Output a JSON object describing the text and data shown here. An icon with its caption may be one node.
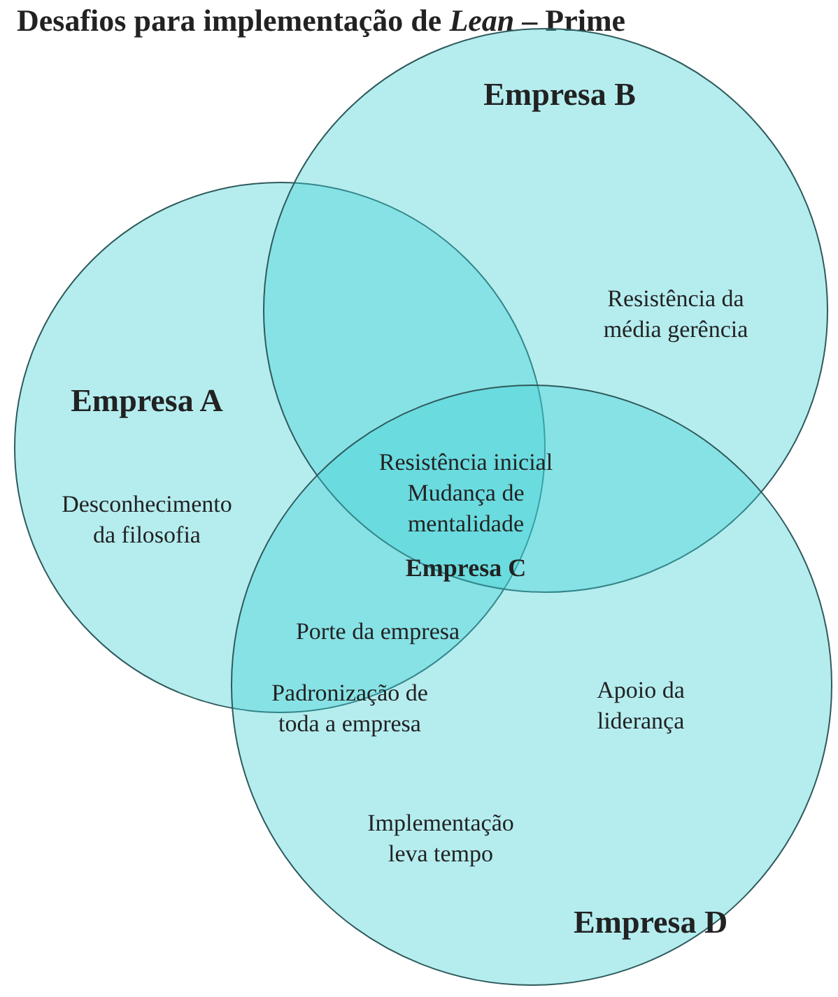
{
  "diagram": {
    "title": "Desafios para implementação de *Lean* – Prime",
    "nodes": [
      {
        "text": [
          "Empresa A",
          "Desconhecimento da filosofia"
        ]
      },
      {
        "text": [
          "Empresa B",
          "Resistência da média gerência"
        ]
      },
      {
        "text": [
          "Apoio da liderança",
          "Implementação leva tempo",
          "Empresa D"
        ]
      }
    ],
    "edges": [],
    "labels": [
      "Resistência inicial Mudança de mentalidade",
      "Empresa C",
      "Porte da empresa",
      "Padronização de toda a empresa"
    ]
  }
}
